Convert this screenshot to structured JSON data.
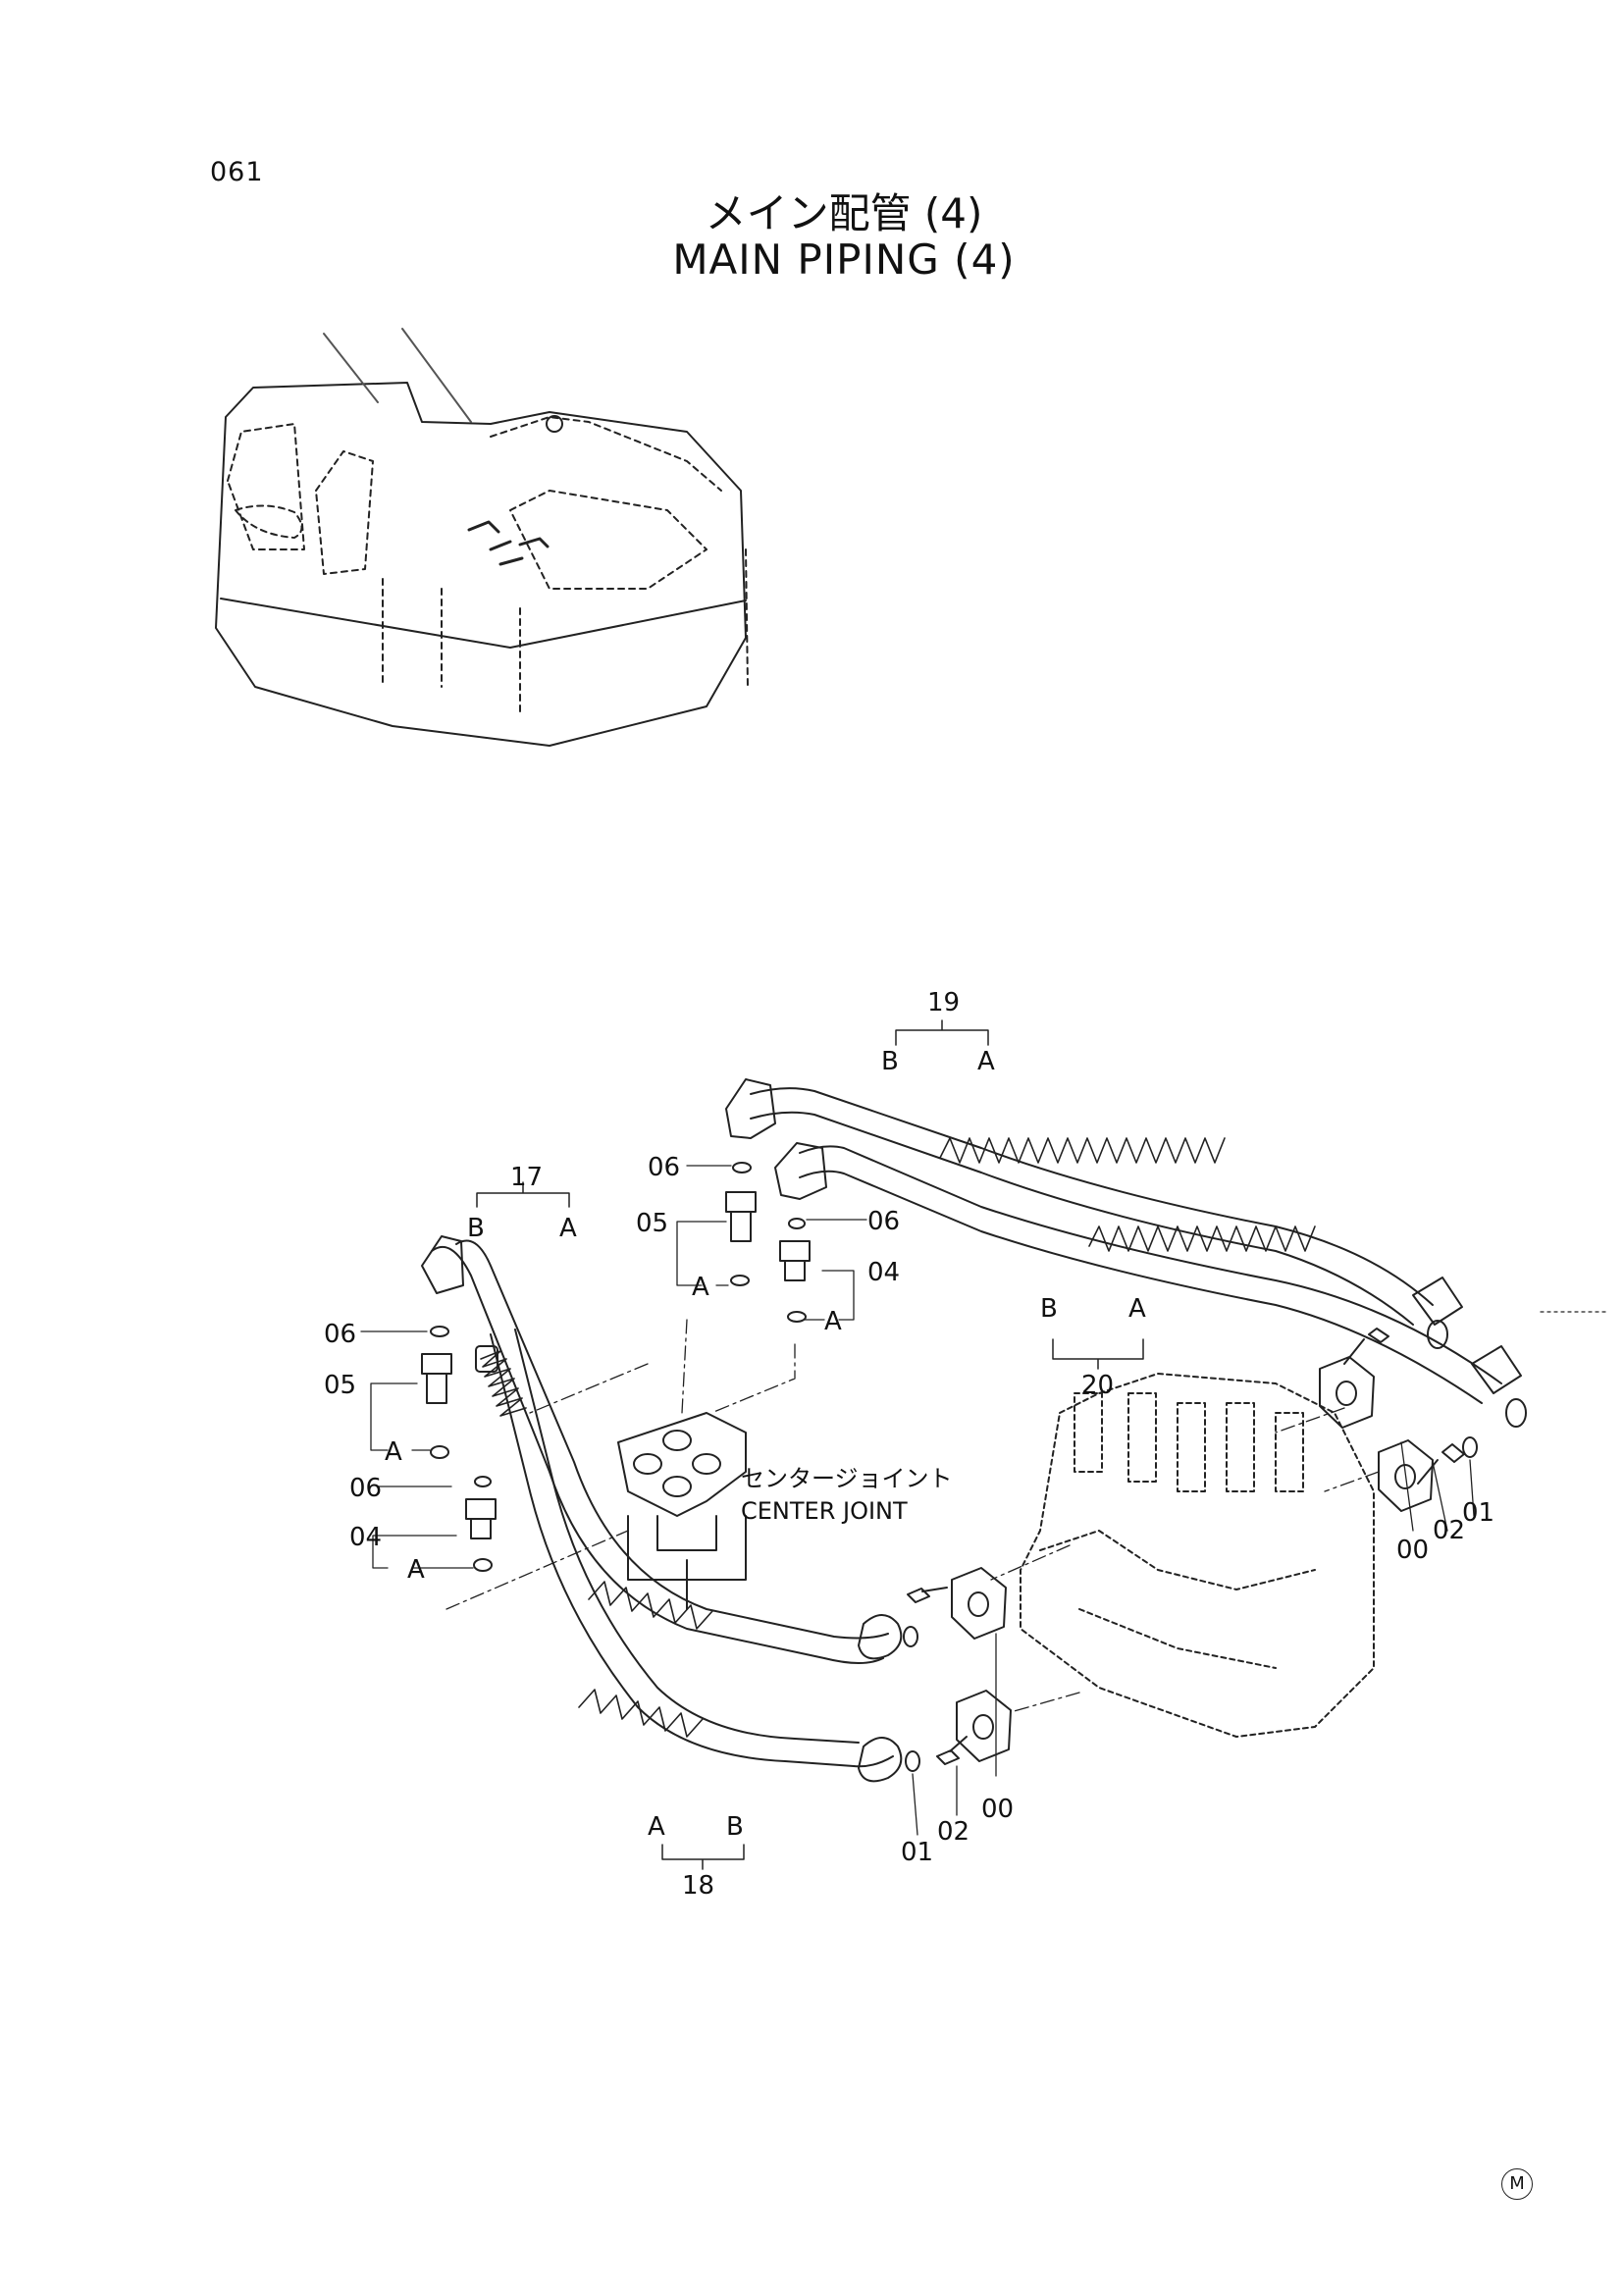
{
  "page": {
    "number": "061"
  },
  "title": {
    "ja": "メイン配管 (4)",
    "en": "MAIN PIPING (4)"
  },
  "center_joint": {
    "ja": "センタージョイント",
    "en": "CENTER JOINT"
  },
  "callouts": {
    "assy_17": "17",
    "assy_18": "18",
    "assy_19": "19",
    "assy_20": "20",
    "part_00": "00",
    "part_01": "01",
    "part_02": "02",
    "part_04": "04",
    "part_05": "05",
    "part_06": "06",
    "port_a": "A",
    "port_b": "B"
  },
  "corner_mark": "M"
}
